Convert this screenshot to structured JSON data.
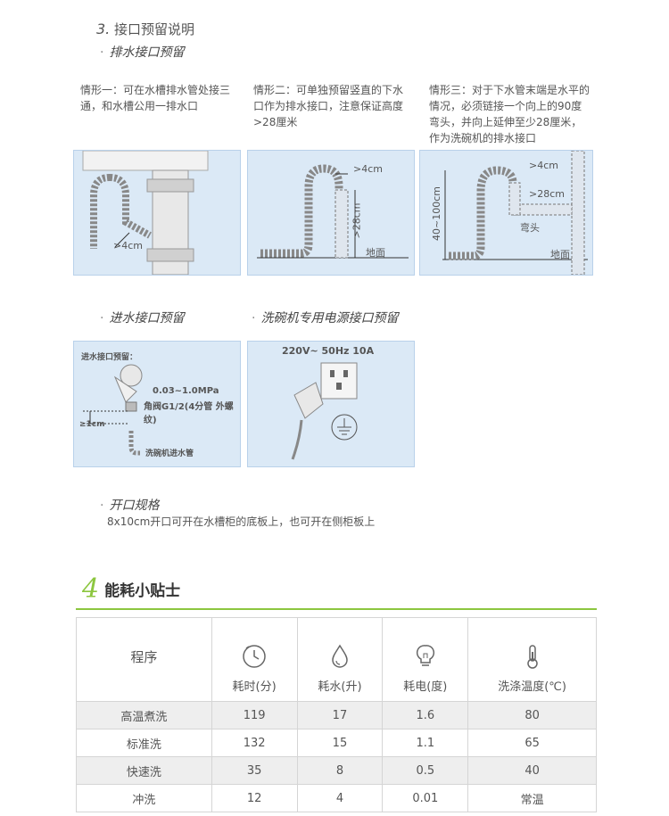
{
  "section": {
    "number": "3.",
    "title": "接口预留说明"
  },
  "drain": {
    "title": "排水接口预留",
    "cases": [
      {
        "text": "情形一：可在水槽排水管处接三通，和水槽公用一排水口"
      },
      {
        "text": "情形二：可单独预留竖直的下水口作为排水接口，注意保证高度>28厘米"
      },
      {
        "text": "情形三：对于下水管末端是水平的情况，必须链接一个向上的90度弯头，并向上延伸至少28厘米，作为洗碗机的排水接口"
      }
    ],
    "labels": {
      "gt4cm": ">4cm",
      "gt28cm": ">28cm",
      "ground": "地面",
      "range": "40~100cm",
      "elbow": "弯头"
    }
  },
  "inlet": {
    "title": "进水接口预留",
    "panel_title": "进水接口预留：",
    "pressure": "0.03~1.0MPa",
    "valve": "角阀G1/2(4分管 外螺纹)",
    "gap": "≥1cm",
    "hose": "洗碗机进水管"
  },
  "power": {
    "title": "洗碗机专用电源接口预留",
    "spec": "220V~ 50Hz 10A"
  },
  "opening": {
    "title": "开口规格",
    "desc": "8x10cm开口可开在水槽柜的底板上，也可开在侧柜板上"
  },
  "tips": {
    "number": "4",
    "title": "能耗小贴士",
    "program_label": "程序",
    "columns": [
      {
        "label": "耗时(分)",
        "icon": "clock-icon"
      },
      {
        "label": "耗水(升)",
        "icon": "water-drop-icon"
      },
      {
        "label": "耗电(度)",
        "icon": "light-bulb-icon"
      },
      {
        "label": "洗涤温度(℃)",
        "icon": "thermometer-icon"
      }
    ],
    "rows": [
      {
        "name": "高温煮洗",
        "time": "119",
        "water": "17",
        "power": "1.6",
        "temp": "80"
      },
      {
        "name": "标准洗",
        "time": "132",
        "water": "15",
        "power": "1.1",
        "temp": "65"
      },
      {
        "name": "快速洗",
        "time": "35",
        "water": "8",
        "power": "0.5",
        "temp": "40"
      },
      {
        "name": "冲洗",
        "time": "12",
        "water": "4",
        "power": "0.01",
        "temp": "常温"
      }
    ]
  },
  "colors": {
    "panel_bg": "#dbe9f6",
    "accent_green": "#8cc63f",
    "pipe_gray": "#8a8a8a"
  }
}
